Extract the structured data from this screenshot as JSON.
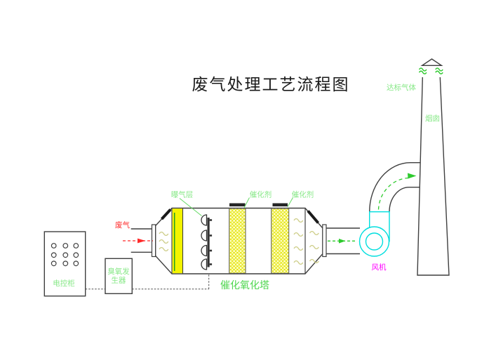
{
  "diagram": {
    "title": "废气处理工艺流程图",
    "labels": {
      "waste_gas": "废气",
      "control_cabinet": "电控柜",
      "ozone_generator_line1": "臭氧发",
      "ozone_generator_line2": "生器",
      "aeration_layer": "曝气层",
      "catalyst_left": "催化剂",
      "catalyst_right": "催化剂",
      "tower": "催化氧化塔",
      "fan": "风机",
      "compliant_gas": "达标气体",
      "chimney": "烟囱"
    },
    "colors": {
      "label_green": "#87e887",
      "tower_label_green": "#4fd64f",
      "arrow_green": "#2eca2e",
      "waste_gas_red": "#ff2a2a",
      "fan_magenta": "#ff00ff",
      "fan_cyan": "#00dede",
      "media_yellow": "#f4f400",
      "media_green_line": "#1fa01f",
      "catalyst_bg": "#ffffd6",
      "catalyst_dot": "#e3e300",
      "squiggle_khaki": "#cdcd87",
      "line_dark": "#3f3f3f"
    }
  }
}
